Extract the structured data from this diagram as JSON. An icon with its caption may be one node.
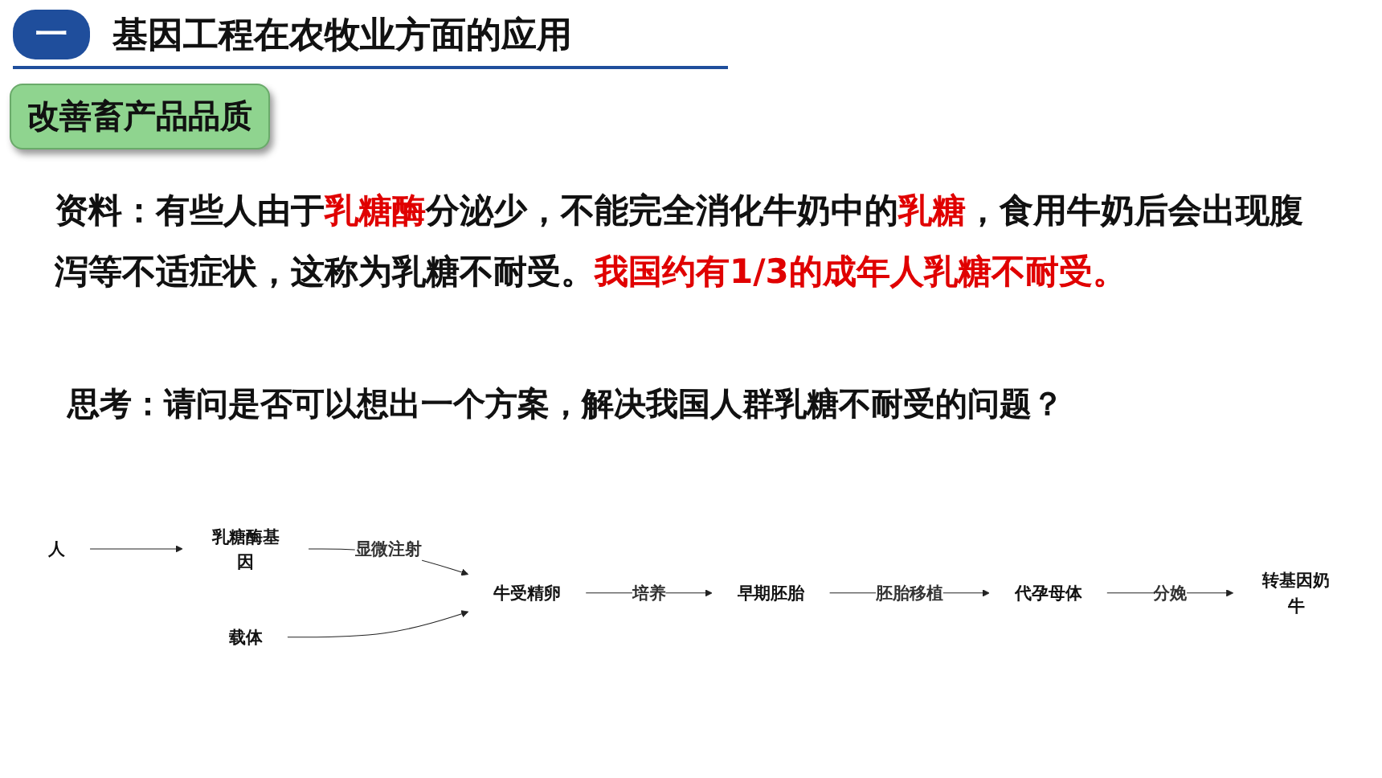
{
  "diagram": {
    "title": "基因工程在农牧业方面的应用",
    "nodes": [
      {
        "text": [
          "人"
        ]
      },
      {
        "text": [
          "乳糖酶基因"
        ]
      },
      {
        "text": [
          "载体"
        ]
      },
      {
        "text": [
          "牛受精卵"
        ]
      },
      {
        "text": [
          "早期胚胎"
        ]
      },
      {
        "text": [
          "代孕母体"
        ]
      },
      {
        "text": [
          "转基因奶牛"
        ]
      }
    ],
    "edges": [
      {
        "from": 0,
        "to": 1,
        "arrow": "to"
      },
      {
        "from": 1,
        "to": 3,
        "arrow": "to",
        "label": "显微注射"
      },
      {
        "from": 2,
        "to": 3,
        "arrow": "to"
      },
      {
        "from": 3,
        "to": 4,
        "arrow": "to",
        "label": "培养"
      },
      {
        "from": 4,
        "to": 5,
        "arrow": "to",
        "label": "胚胎移植"
      },
      {
        "from": 5,
        "to": 6,
        "arrow": "to",
        "label": "分娩"
      }
    ],
    "labels": [
      "一",
      "改善畜产品品质",
      "资料：有些人由于**乳糖酶**分泌少，不能完全消化牛奶中的**乳糖**，食用牛奶后会出现腹泻等不适症状，这称为乳糖不耐受。**我国约有1/3的成年人乳糖不耐受。**",
      "思考：请问是否可以想出一个方案，解决我国人群乳糖不耐受的问题？"
    ]
  }
}
